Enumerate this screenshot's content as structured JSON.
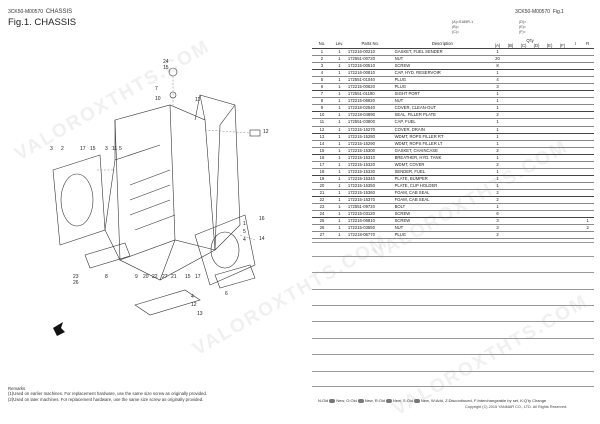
{
  "header": {
    "code": "3CK50-M00570",
    "section": "CHASSIS",
    "fig_label": "Fig.1"
  },
  "title": "Fig.1.  CHASSIS",
  "variants_left": [
    "(A)=S189R-1",
    "(B)=",
    "(C)="
  ],
  "variants_right": [
    "(D)=",
    "(E)=",
    "(F)="
  ],
  "watermark_text": "VALOROXTHTS.COM",
  "diagram_callouts": [
    "24",
    "15",
    "7",
    "10",
    "11",
    "12",
    "3",
    "2",
    "17",
    "15",
    "3",
    "11",
    "5",
    "1",
    "5",
    "4",
    "14",
    "16",
    "8",
    "9",
    "20",
    "22",
    "27",
    "21",
    "15",
    "17",
    "23",
    "26",
    "4",
    "12",
    "6",
    "13"
  ],
  "table": {
    "headers": {
      "no": "No.",
      "lev": "Lev.",
      "parts_no": "Parts No.",
      "description": "Description",
      "qty": "Q'ty",
      "cols": [
        "(A)",
        "(B)",
        "(C)",
        "(D)",
        "(E)",
        "(F)"
      ],
      "i": "I",
      "r": "R"
    },
    "rows": [
      {
        "no": "1",
        "lev": "1",
        "part": "172216-00210",
        "desc": "GASKET, FUEL SENDER",
        "a": "1",
        "i": "",
        "r": ""
      },
      {
        "no": "2",
        "lev": "1",
        "part": "172551-00720",
        "desc": "NUT",
        "a": "20",
        "i": "",
        "r": ""
      },
      {
        "no": "3",
        "lev": "1",
        "part": "172215-00510",
        "desc": "SCREW",
        "a": "8",
        "i": "",
        "r": ""
      },
      {
        "no": "4",
        "lev": "1",
        "part": "172216-00810",
        "desc": "CAP, HYD. RESERVOIR",
        "a": "1",
        "i": "",
        "r": ""
      },
      {
        "no": "5",
        "lev": "1",
        "part": "172551-01040",
        "desc": "PLUG",
        "a": "4",
        "i": "",
        "r": ""
      },
      {
        "no": "6",
        "lev": "1",
        "part": "172215-00620",
        "desc": "PLUG",
        "a": "3",
        "i": "",
        "r": ""
      },
      {
        "no": "7",
        "lev": "1",
        "part": "172551-01190",
        "desc": "SIGHT PORT",
        "a": "1",
        "i": "",
        "r": ""
      },
      {
        "no": "8",
        "lev": "1",
        "part": "172215-06820",
        "desc": "NUT",
        "a": "1",
        "i": "",
        "r": ""
      },
      {
        "no": "9",
        "lev": "1",
        "part": "172218-02540",
        "desc": "COVER, CLEAN-OUT",
        "a": "1",
        "i": "",
        "r": ""
      },
      {
        "no": "10",
        "lev": "1",
        "part": "172218-04890",
        "desc": "SEAL, FILLER PLATE",
        "a": "2",
        "i": "",
        "r": ""
      },
      {
        "no": "11",
        "lev": "1",
        "part": "172551-03800",
        "desc": "CAP, FUEL",
        "a": "1",
        "i": "",
        "r": ""
      },
      {
        "no": "12",
        "lev": "1",
        "part": "172215-15270",
        "desc": "COVER, DRAIN",
        "a": "1",
        "i": "",
        "r": ""
      },
      {
        "no": "13",
        "lev": "1",
        "part": "172215-15280",
        "desc": "WDMT, ROPS FILLER RT",
        "a": "1",
        "i": "",
        "r": ""
      },
      {
        "no": "14",
        "lev": "1",
        "part": "172215-15290",
        "desc": "WDMT, ROPS FILLER LT",
        "a": "1",
        "i": "",
        "r": ""
      },
      {
        "no": "15",
        "lev": "1",
        "part": "172215-15300",
        "desc": "GASKET, CHAINCASE",
        "a": "2",
        "i": "",
        "r": ""
      },
      {
        "no": "16",
        "lev": "1",
        "part": "172215-15310",
        "desc": "BREATHER, HYD. TANK",
        "a": "1",
        "i": "",
        "r": ""
      },
      {
        "no": "17",
        "lev": "1",
        "part": "172215-15320",
        "desc": "WDMT, COVER",
        "a": "2",
        "i": "",
        "r": ""
      },
      {
        "no": "18",
        "lev": "1",
        "part": "172215-15330",
        "desc": "SENDER, FUEL",
        "a": "1",
        "i": "",
        "r": ""
      },
      {
        "no": "19",
        "lev": "1",
        "part": "172215-15340",
        "desc": "PLATE, BUMPER",
        "a": "1",
        "i": "",
        "r": ""
      },
      {
        "no": "20",
        "lev": "1",
        "part": "172215-15350",
        "desc": "PLATE, CUP HOLDER",
        "a": "1",
        "i": "",
        "r": ""
      },
      {
        "no": "21",
        "lev": "1",
        "part": "172215-15360",
        "desc": "FOAM, CAB SEAL",
        "a": "2",
        "i": "",
        "r": ""
      },
      {
        "no": "22",
        "lev": "1",
        "part": "172215-15370",
        "desc": "FOAM, CAB SEAL",
        "a": "2",
        "i": "",
        "r": ""
      },
      {
        "no": "23",
        "lev": "1",
        "part": "172551-09720",
        "desc": "BOLT",
        "a": "1",
        "i": "",
        "r": ""
      },
      {
        "no": "24",
        "lev": "1",
        "part": "172215-03120",
        "desc": "SCREW",
        "a": "6",
        "i": "",
        "r": ""
      },
      {
        "no": "25",
        "lev": "1",
        "part": "172216-06810",
        "desc": "SCREW",
        "a": "3",
        "i": "",
        "r": "1"
      },
      {
        "no": "26",
        "lev": "1",
        "part": "172215-03550",
        "desc": "NUT",
        "a": "3",
        "i": "",
        "r": "2"
      },
      {
        "no": "27",
        "lev": "1",
        "part": "172218-06770",
        "desc": "PLUG",
        "a": "2",
        "i": "",
        "r": ""
      }
    ]
  },
  "remarks": {
    "title": "Remarks",
    "lines": [
      "(1)Used on earlier machines. For replacement hardware, use the same size screw as originally provided.",
      "(2)Used on later machines. For replacement hardware, use the same size screw as originally provided."
    ]
  },
  "footer": {
    "legend_parts": [
      "N:Old",
      "New, O:Old",
      "New, R:Old",
      "New, S:Old",
      "New, W:Add, Z:Discontinued, F:Interchangeable by set, K:Q'ty Change"
    ],
    "copyright": "Copyright (C) 2015 YANMAR CO., LTD. All Rights Reserved."
  }
}
